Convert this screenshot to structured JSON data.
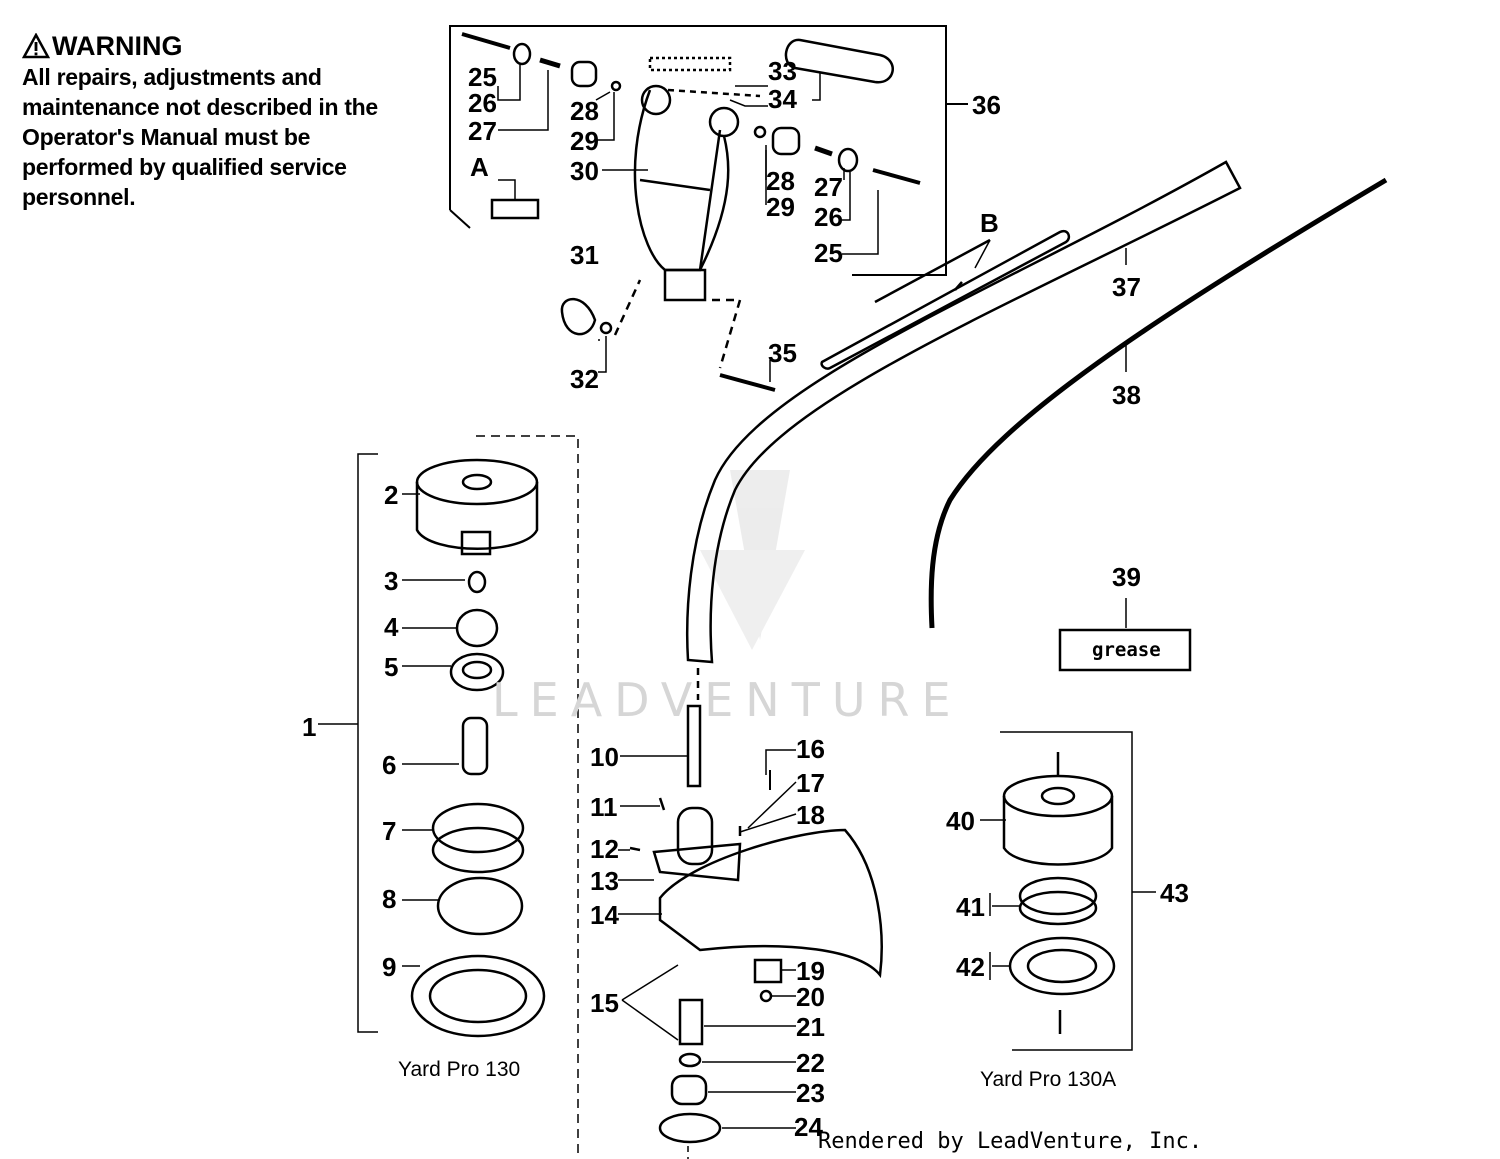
{
  "warning": {
    "title": "WARNING",
    "text": "All repairs, adjustments and maintenance not described in the Operator's Manual must be performed by qualified service personnel."
  },
  "letters": {
    "a": "A",
    "b": "B"
  },
  "captions": {
    "left_group": "Yard Pro 130",
    "right_group": "Yard Pro 130A"
  },
  "grease_label": "grease",
  "watermark": "LEADVENTURE",
  "rendered_by": "Rendered by LeadVenture, Inc.",
  "parts": [
    "1",
    "2",
    "3",
    "4",
    "5",
    "6",
    "7",
    "8",
    "9",
    "10",
    "11",
    "12",
    "13",
    "14",
    "15",
    "16",
    "17",
    "18",
    "19",
    "20",
    "21",
    "22",
    "23",
    "24",
    "25",
    "26",
    "27",
    "28",
    "29",
    "30",
    "31",
    "32",
    "33",
    "34",
    "35",
    "36",
    "37",
    "38",
    "39",
    "40",
    "41",
    "42",
    "43"
  ]
}
